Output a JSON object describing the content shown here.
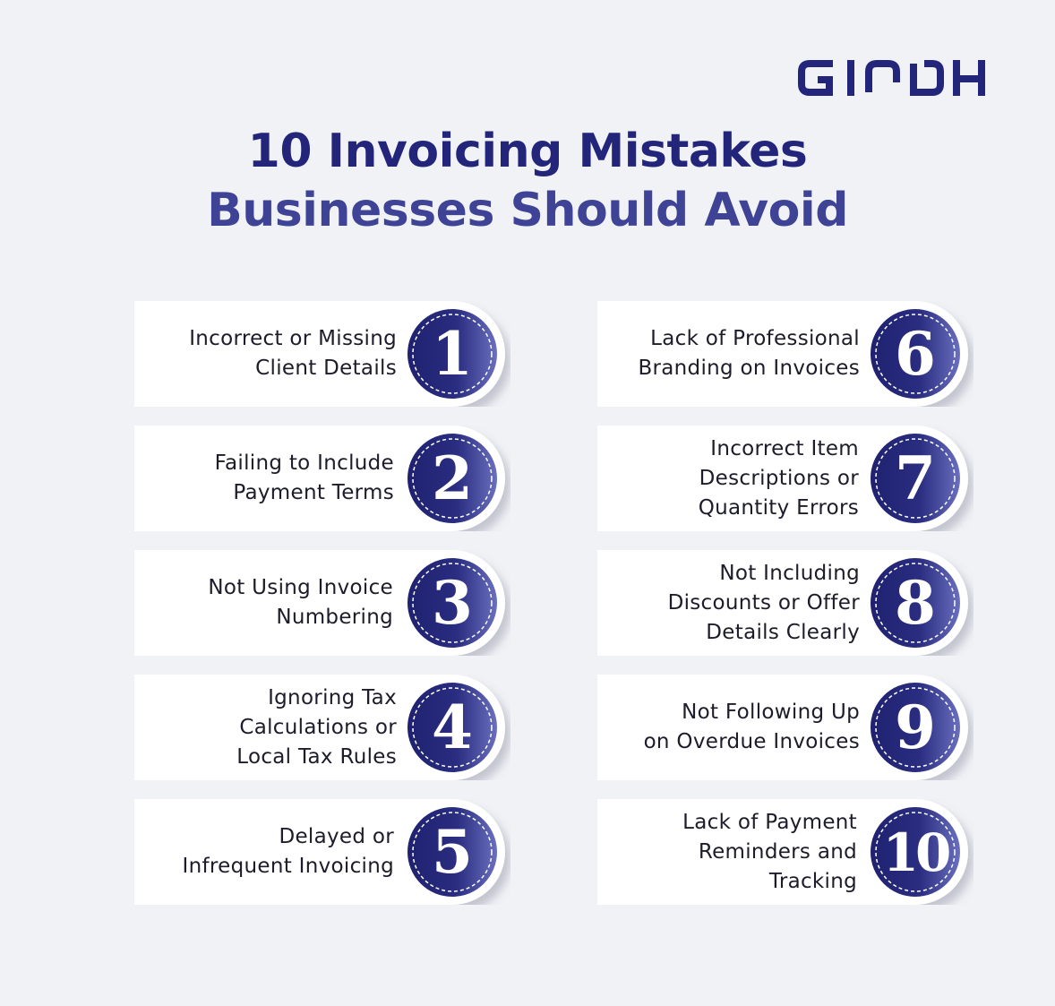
{
  "brand": {
    "logo_text": "GIDDH",
    "color": "#22257a"
  },
  "title": {
    "line1": "10 Invoicing Mistakes",
    "line2": "Businesses Should Avoid"
  },
  "colors": {
    "circle_dark": "#1f2170",
    "circle_light": "#5a5fb0",
    "card_bg": "#ffffff",
    "title_primary": "#22257a",
    "title_secondary": "#3e4396"
  },
  "items": [
    {
      "number": "1",
      "text": "Incorrect or Missing\nClient Details"
    },
    {
      "number": "2",
      "text": "Failing to Include\nPayment Terms"
    },
    {
      "number": "3",
      "text": "Not Using Invoice\nNumbering"
    },
    {
      "number": "4",
      "text": "Ignoring Tax\nCalculations or\nLocal Tax Rules"
    },
    {
      "number": "5",
      "text": "Delayed or\nInfrequent Invoicing"
    },
    {
      "number": "6",
      "text": "Lack of Professional\nBranding on Invoices"
    },
    {
      "number": "7",
      "text": "Incorrect Item\nDescriptions or\nQuantity Errors"
    },
    {
      "number": "8",
      "text": "Not Including\nDiscounts or Offer\nDetails Clearly"
    },
    {
      "number": "9",
      "text": "Not Following Up\non Overdue Invoices"
    },
    {
      "number": "10",
      "text": "Lack of Payment\nReminders and\nTracking"
    }
  ]
}
